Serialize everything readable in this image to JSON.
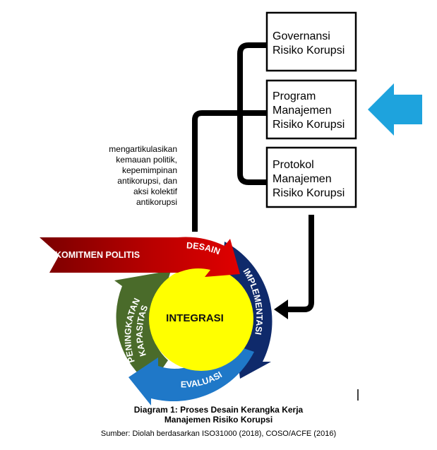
{
  "boxes": {
    "governance": [
      "Governansi",
      "Risiko Korupsi"
    ],
    "program": [
      "Program",
      "Manajemen",
      "Risiko Korupsi"
    ],
    "protocol": [
      "Protokol",
      "Manajemen",
      "Risiko Korupsi"
    ]
  },
  "annotation": [
    "mengartikulasikan",
    "kemauan politik,",
    "kepemimpinan",
    "antikorupsi, dan",
    "aksi kolektif",
    "antikorupsi"
  ],
  "cycle": {
    "input": "KOMITMEN POLITIS",
    "center": "INTEGRASI",
    "design": "DESAIN",
    "implementation": "IMPLEMENTASI",
    "evaluation": "EVALUASI",
    "capacity": [
      "PENINGKATAN",
      "KAPASITAS"
    ]
  },
  "colors": {
    "design": "#c00000",
    "implementation": "#0f2a6b",
    "evaluation": "#1f78c8",
    "capacity": "#4a6b2a",
    "center": "#ffff00",
    "pointer": "#1ea3dd"
  },
  "caption": {
    "title": [
      "Diagram 1: Proses Desain Kerangka Kerja",
      "Manajemen Risiko Korupsi"
    ],
    "source": "Sumber: Diolah berdasarkan ISO31000 (2018), COSO/ACFE (2016)"
  }
}
